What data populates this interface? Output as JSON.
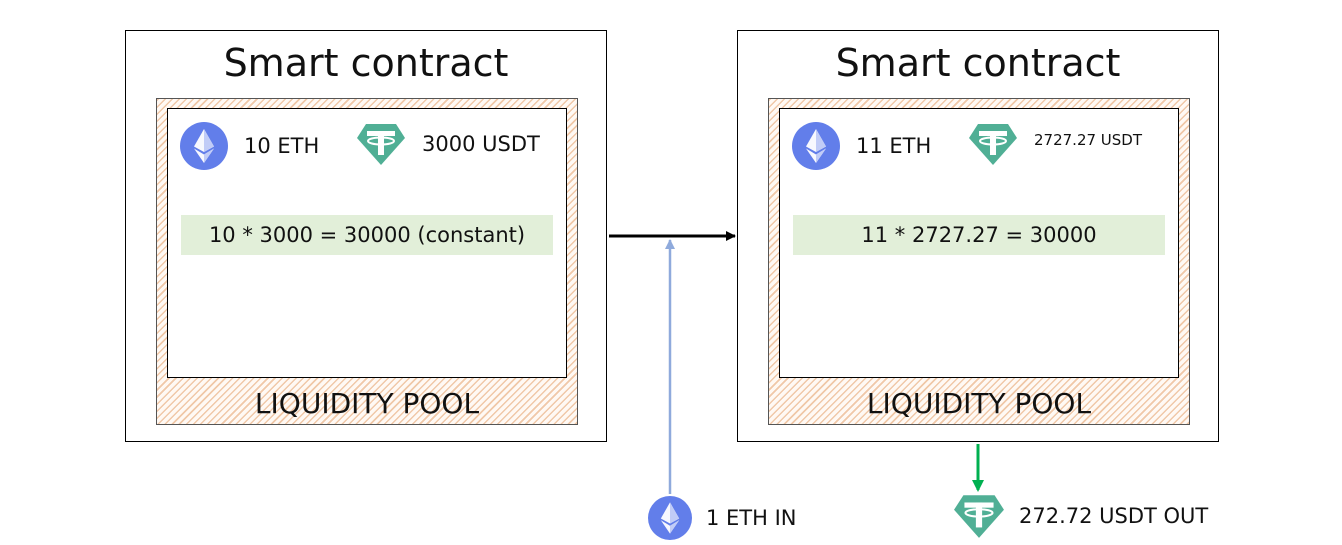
{
  "left_contract": {
    "title": "Smart contract",
    "token_a": {
      "icon": "eth-icon",
      "text": "10 ETH"
    },
    "token_b": {
      "icon": "usdt-icon",
      "text": "3000 USDT"
    },
    "formula": "10 * 3000 = 30000 (constant)",
    "pool_label": "LIQUIDITY POOL"
  },
  "right_contract": {
    "title": "Smart contract",
    "token_a": {
      "icon": "eth-icon",
      "text": "11 ETH"
    },
    "token_b": {
      "icon": "usdt-icon",
      "text": "2727.27 USDT"
    },
    "formula": "11 * 2727.27 = 30000",
    "pool_label": "LIQUIDITY POOL"
  },
  "input": {
    "icon": "eth-icon",
    "text": "1 ETH IN"
  },
  "output": {
    "icon": "usdt-icon",
    "text": "272.72 USDT OUT"
  },
  "colors": {
    "eth": "#627eea",
    "usdt": "#50af95",
    "formula_bg": "#e2efd9",
    "arrow_in": "#8faadc",
    "arrow_out": "#00b050",
    "arrow_main": "#000000"
  }
}
